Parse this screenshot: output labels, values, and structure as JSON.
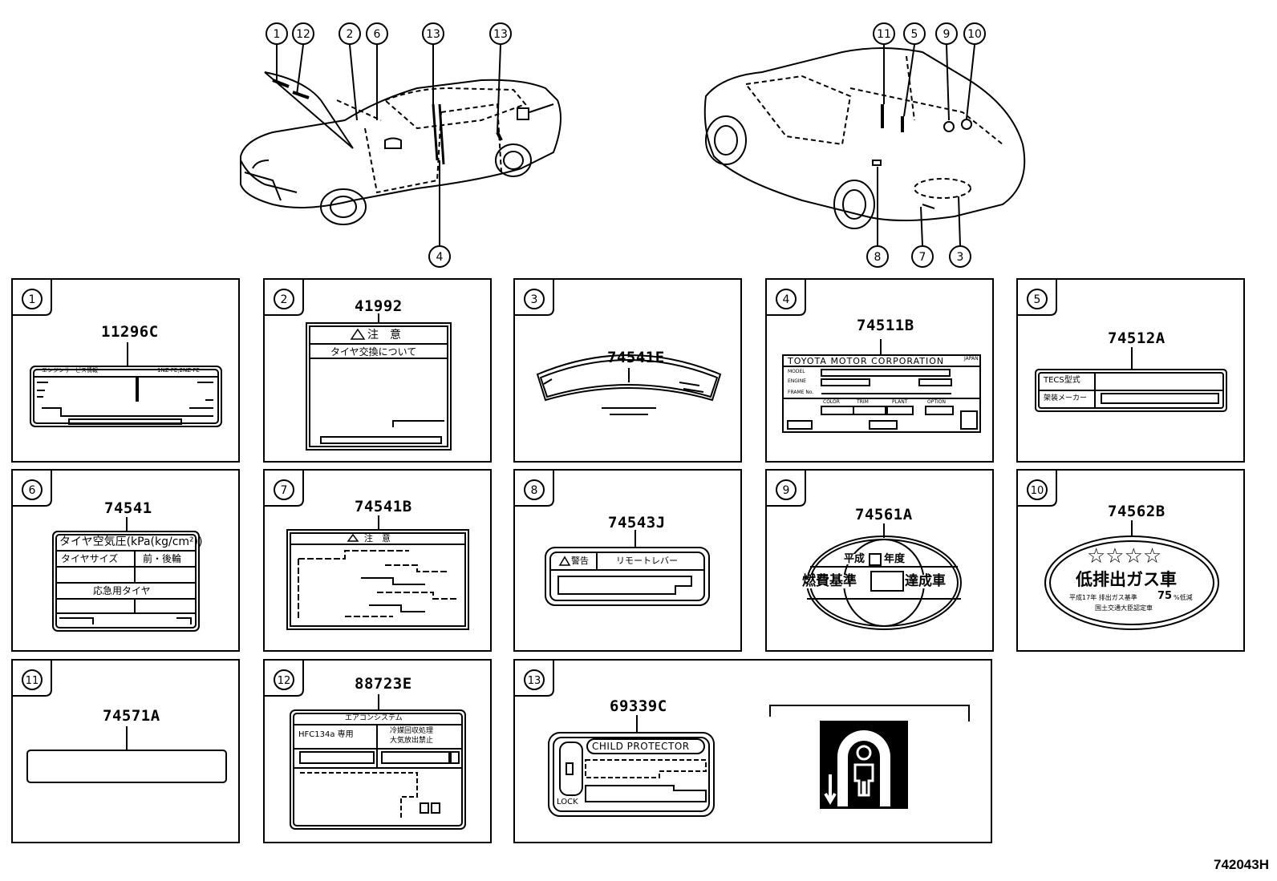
{
  "overview": {
    "front_callouts": [
      "1",
      "12",
      "2",
      "6",
      "13",
      "13"
    ],
    "rear_callouts": [
      "11",
      "5",
      "9",
      "10"
    ],
    "bottom_callouts_front": [
      "4"
    ],
    "bottom_callouts_rear": [
      "8",
      "7",
      "3"
    ]
  },
  "panels": [
    {
      "num": "1",
      "part": "11296C",
      "text": {
        "a": "エンジンサービス情報",
        "b": "1NZ-FE,2NZ-FE"
      }
    },
    {
      "num": "2",
      "part": "41992",
      "text": {
        "a": "注　意",
        "b": "タイヤ交換について"
      }
    },
    {
      "num": "3",
      "part": "74541E",
      "text": {}
    },
    {
      "num": "4",
      "part": "74511B",
      "text": {
        "a": "TOYOTA MOTOR CORPORATION",
        "b": "JAPAN",
        "c": "MODEL",
        "d": "ENGINE",
        "e": "FRAME No.",
        "f": "COLOR",
        "g": "TRIM",
        "h": "PLANT",
        "i": "OPTION"
      }
    },
    {
      "num": "5",
      "part": "74512A",
      "text": {
        "a": "TECS型式",
        "b": "架装メーカー"
      }
    },
    {
      "num": "6",
      "part": "74541",
      "text": {
        "a": "タイヤ空気圧(kPa(kg/cm²))",
        "b": "タイヤサイズ",
        "c": "前・後輪",
        "d": "応急用タイヤ"
      }
    },
    {
      "num": "7",
      "part": "74541B",
      "text": {
        "a": "注　意"
      }
    },
    {
      "num": "8",
      "part": "74543J",
      "text": {
        "a": "警告",
        "b": "リモートレバー"
      }
    },
    {
      "num": "9",
      "part": "74561A",
      "text": {
        "a": "平成",
        "b": "年度",
        "c": "燃費基準",
        "d": "達成車"
      }
    },
    {
      "num": "10",
      "part": "74562B",
      "text": {
        "a": "☆☆☆☆",
        "b": "低排出ガス車",
        "c": "平成17年 排出ガス基準",
        "d": "75",
        "e": "%低減",
        "f": "国土交通大臣認定車"
      }
    },
    {
      "num": "11",
      "part": "74571A",
      "text": {}
    },
    {
      "num": "12",
      "part": "88723E",
      "text": {
        "a": "エアコンシステム",
        "b": "HFC134a 専用",
        "c": "冷媒回収処理",
        "d": "大気放出禁止"
      }
    },
    {
      "num": "13",
      "part": "69339C",
      "text": {
        "a": "CHILD PROTECTOR",
        "b": "LOCK"
      }
    }
  ],
  "diagram_id": "742043H"
}
